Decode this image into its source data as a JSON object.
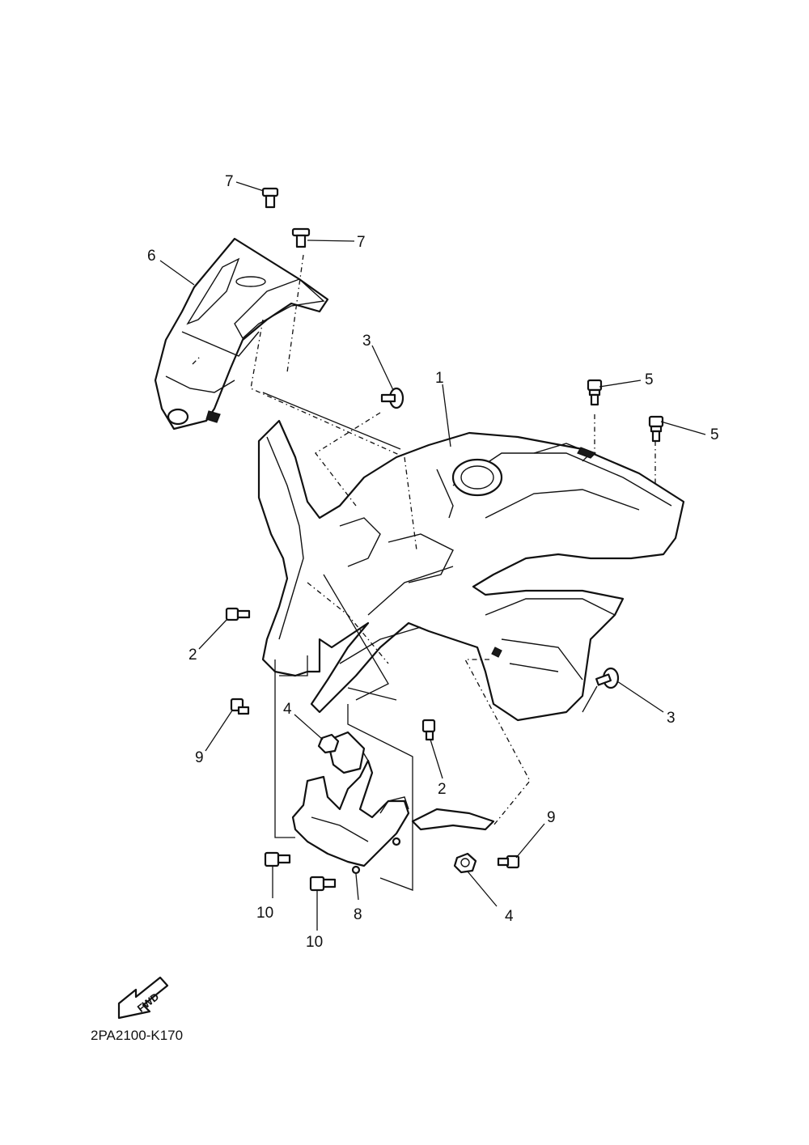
{
  "diagram": {
    "callouts": {
      "c1": "1",
      "c2a": "2",
      "c2b": "2",
      "c3a": "3",
      "c3b": "3",
      "c4a": "4",
      "c4b": "4",
      "c5a": "5",
      "c5b": "5",
      "c6": "6",
      "c7a": "7",
      "c7b": "7",
      "c8": "8",
      "c9a": "9",
      "c9b": "9",
      "c10a": "10",
      "c10b": "10"
    },
    "fwd_label": "FWD",
    "figure_code": "2PA2100-K170"
  }
}
